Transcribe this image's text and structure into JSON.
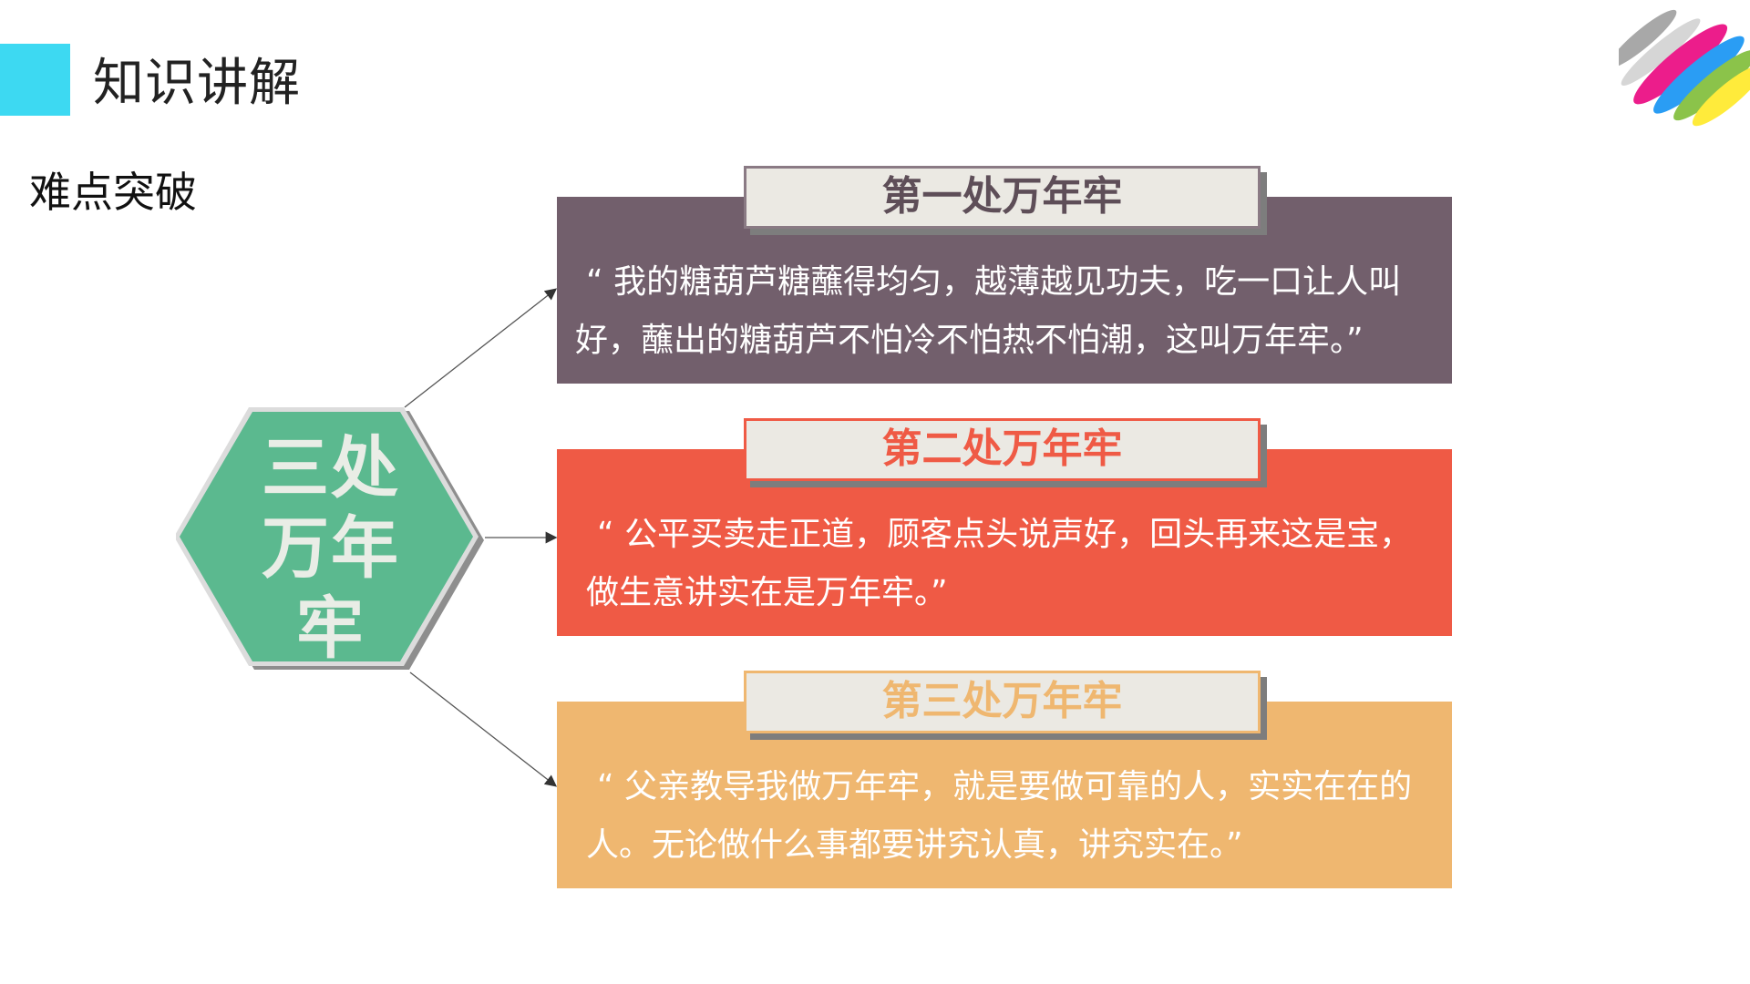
{
  "header": {
    "title": "知识讲解",
    "accent_color": "#3dd9f2"
  },
  "subtitle": "难点突破",
  "logo": {
    "icon": "brush-strokes-logo",
    "colors": [
      "#9e9e9e",
      "#ec1d8b",
      "#2a9df4",
      "#8bc34a",
      "#ffeb3b"
    ]
  },
  "center": {
    "line1": "三处",
    "line2": "万年",
    "line3": "牢",
    "color": "#5bb98f"
  },
  "items": [
    {
      "heading": "第一处万年牢",
      "quote": "“ 我的糖葫芦糖蘸得均匀，越薄越见功夫，吃一口让人叫好，蘸出的糖葫芦不怕冷不怕热不怕潮，这叫万年牢。”",
      "color": "#725f6c"
    },
    {
      "heading": "第二处万年牢",
      "quote": "“ 公平买卖走正道，顾客点头说声好，回头再来这是宝，做生意讲实在是万年牢。”",
      "color": "#ef5a45"
    },
    {
      "heading": "第三处万年牢",
      "quote": "“ 父亲教导我做万年牢，就是要做可靠的人，实实在在的人。无论做什么事都要讲究认真，讲究实在。”",
      "color": "#efb770"
    }
  ]
}
